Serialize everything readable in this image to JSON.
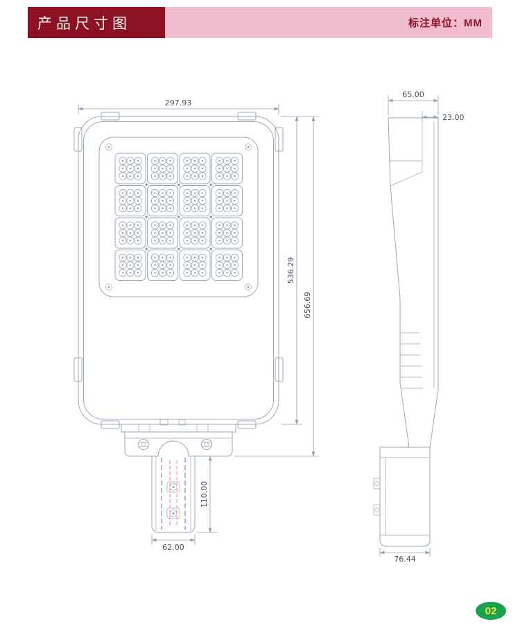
{
  "header": {
    "title": "产品尺寸图",
    "unit_label": "标注单位：MM"
  },
  "front_view": {
    "dims": {
      "width": "297.93",
      "body_height": "536.29",
      "total_height": "656.69",
      "pole_insert_height": "110.00",
      "pole_diameter": "62.00"
    }
  },
  "side_view": {
    "dims": {
      "top_width": "65.00",
      "top_thickness": "23.00",
      "bottom_width": "76.44"
    }
  },
  "footer": {
    "page_number": "02"
  },
  "colors": {
    "header_bar_bg": "#f2bdd0",
    "header_title_bg": "#8e1023",
    "header_title_text": "#ffffff",
    "unit_text": "#8e1023",
    "drawing_line": "#9aa7b6",
    "dimension_line": "#8fa0b0",
    "dimension_text": "#454f5b",
    "centerline_blue": "#4a55d8",
    "centerline_red": "#e05a7a",
    "page_badge_bg": "#17a24e",
    "page_badge_text": "#f6e34b"
  }
}
